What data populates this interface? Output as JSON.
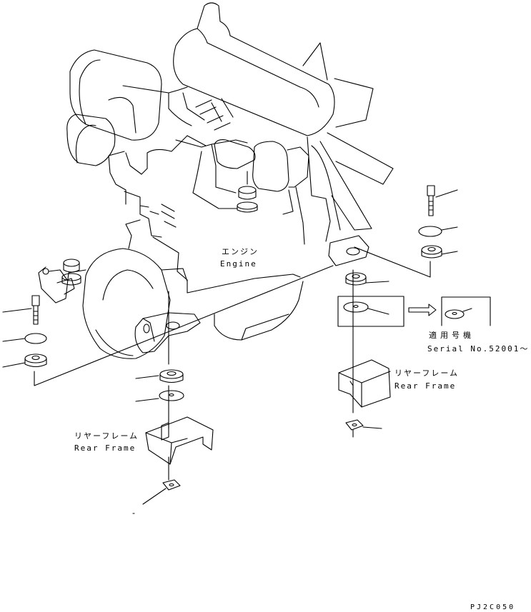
{
  "labels": {
    "engine_jp": "エンジン",
    "engine_en": "Engine",
    "serial_jp": "適用号機",
    "serial_en": "Serial No.52001～",
    "rear_frame_left_jp": "リヤーフレーム",
    "rear_frame_left_en": "Rear Frame",
    "rear_frame_right_jp": "リヤーフレーム",
    "rear_frame_right_en": "Rear Frame",
    "drawing_code": "PJ2C050"
  }
}
